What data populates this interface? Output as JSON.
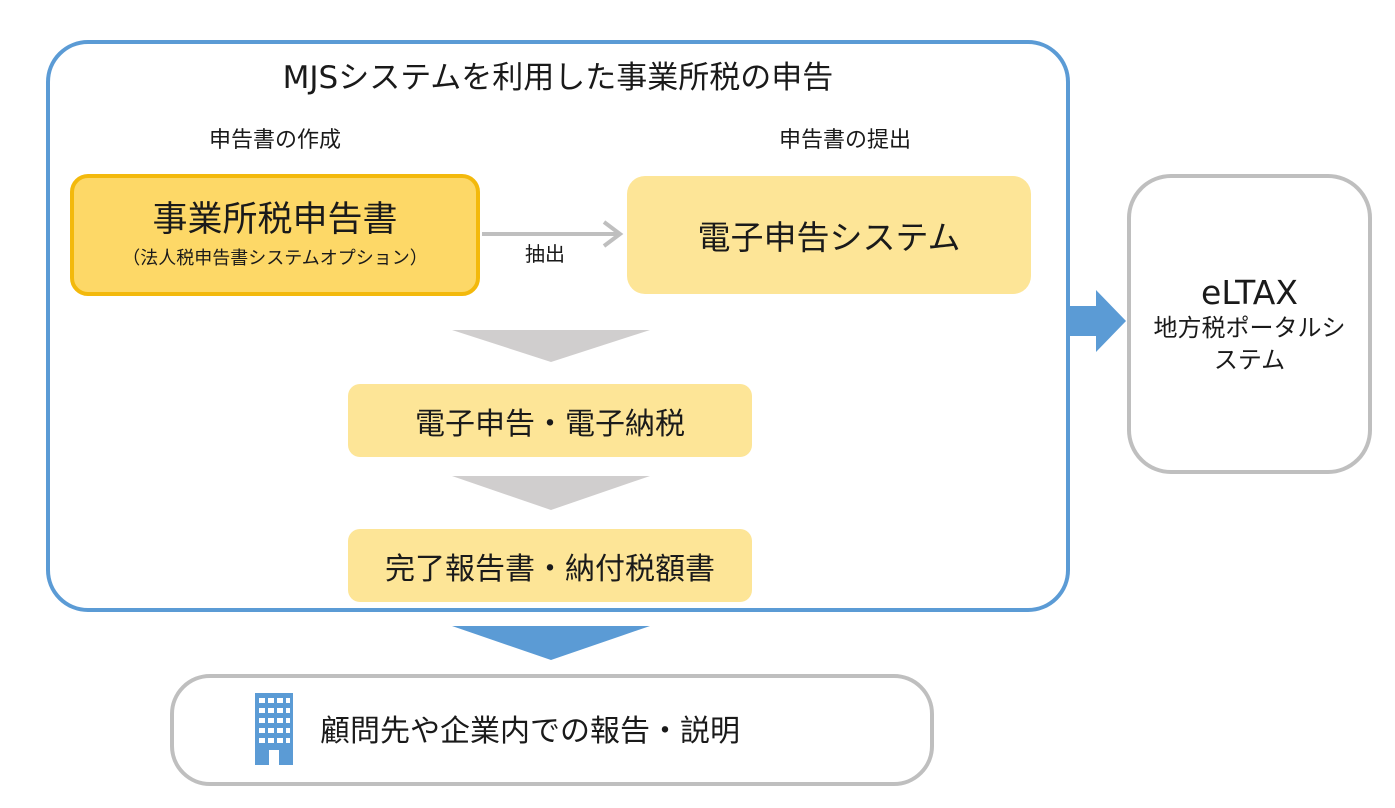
{
  "diagram": {
    "title": "MJSシステムを利用した事業所税の申告",
    "creation_label": "申告書の作成",
    "submission_label": "申告書の提出",
    "tax_return_box": {
      "title": "事業所税申告書",
      "subtitle": "（法人税申告書システムオプション）"
    },
    "extract_label": "抽出",
    "e_filing_box": "電子申告システム",
    "e_payment_box": "電子申告・電子納税",
    "completion_box": "完了報告書・納付税額書",
    "eltax": {
      "title": "eLTAX",
      "subtitle": "地方税ポータルシステム"
    },
    "report_box": "顧問先や企業内での報告・説明",
    "icons": [
      "building-icon"
    ],
    "colors": {
      "frame_blue": "#5b9bd5",
      "arrow_blue": "#5b9bd5",
      "gray_arrow": "#d0cece",
      "gray_border": "#bfbfbf",
      "yellow_strong": "#fdd867",
      "yellow_border": "#f3b90c",
      "yellow_light": "#fde597"
    }
  }
}
